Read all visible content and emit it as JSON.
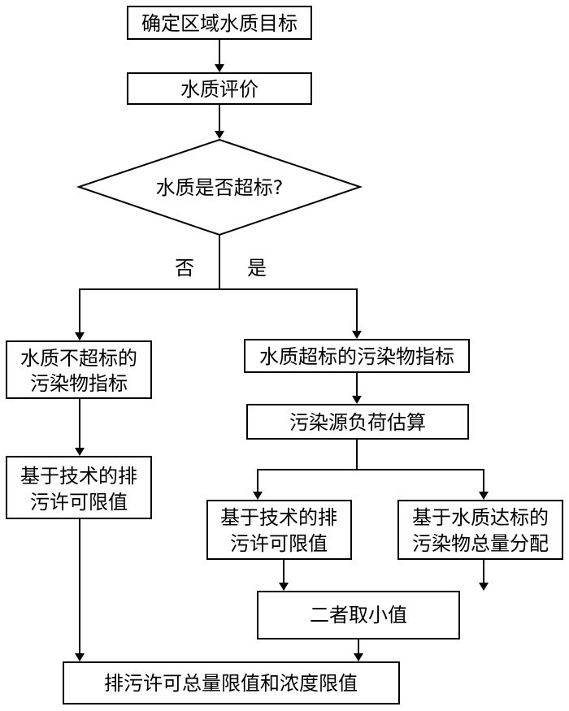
{
  "nodes": {
    "determine_target": "确定区域水质目标",
    "evaluation": "水质评价",
    "decision": "水质是否超标?",
    "branch_no": "否",
    "branch_yes": "是",
    "not_exceed_line1": "水质不超标的",
    "not_exceed_line2": "污染物指标",
    "tech_left_line1": "基于技术的排",
    "tech_left_line2": "污许可限值",
    "exceed": "水质超标的污染物指标",
    "load_estimate": "污染源负荷估算",
    "tech_right_line1": "基于技术的排",
    "tech_right_line2": "污许可限值",
    "allocation_line1": "基于水质达标的",
    "allocation_line2": "污染物总量分配",
    "take_min": "二者取小值",
    "final": "排污许可总量限值和浓度限值"
  }
}
